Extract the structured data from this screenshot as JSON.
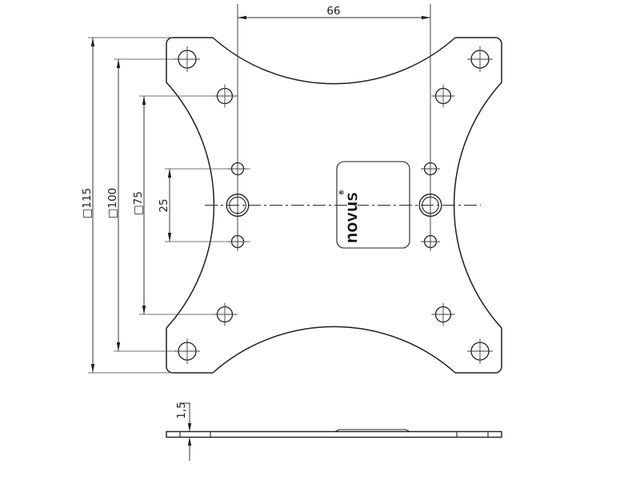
{
  "drawing": {
    "front_view": {
      "dim_hole_spacing": "66",
      "dim_outer": "□115",
      "dim_vesa100": "□100",
      "dim_vesa75": "□75",
      "dim_pilot_spacing": "25",
      "logo_text": "novus",
      "logo_registered": "®"
    },
    "side_view": {
      "dim_thickness": "1,5"
    },
    "colors": {
      "line": "#1f1f1f",
      "background": "#ffffff"
    }
  }
}
